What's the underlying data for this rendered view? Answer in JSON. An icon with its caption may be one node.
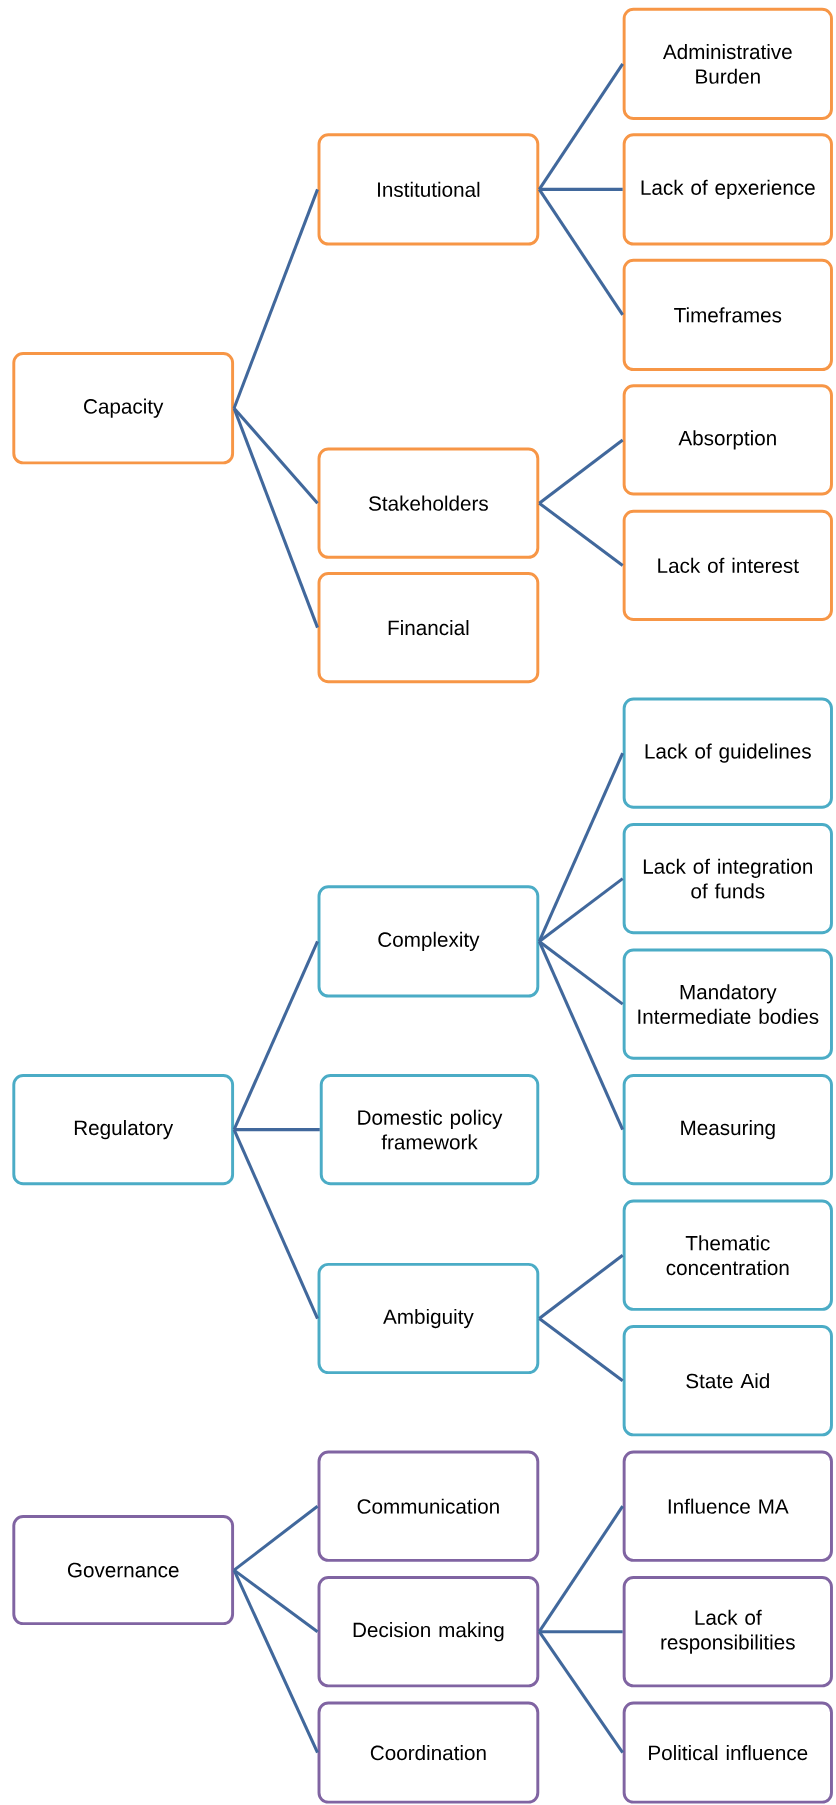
{
  "diagram": {
    "nodes": [
      {
        "text": [
          "Capacity"
        ]
      },
      {
        "text": [
          "Institutional"
        ]
      },
      {
        "text": [
          "Administrative Burden"
        ]
      },
      {
        "text": [
          "Lack of epxerience"
        ]
      },
      {
        "text": [
          "Timeframes"
        ]
      },
      {
        "text": [
          "Stakeholders"
        ]
      },
      {
        "text": [
          "Absorption"
        ]
      },
      {
        "text": [
          "Lack of interest"
        ]
      },
      {
        "text": [
          "Financial"
        ]
      },
      {
        "text": [
          "Regulatory"
        ]
      },
      {
        "text": [
          "Complexity"
        ]
      },
      {
        "text": [
          "Lack of guidelines"
        ]
      },
      {
        "text": [
          "Lack of integration of funds"
        ]
      },
      {
        "text": [
          "Mandatory Intermediate bodies"
        ]
      },
      {
        "text": [
          "Measuring"
        ]
      },
      {
        "text": [
          "Domestic policy framework"
        ]
      },
      {
        "text": [
          "Ambiguity"
        ]
      },
      {
        "text": [
          "Thematic concentration"
        ]
      },
      {
        "text": [
          "State Aid"
        ]
      },
      {
        "text": [
          "Governance"
        ]
      },
      {
        "text": [
          "Communication"
        ]
      },
      {
        "text": [
          "Decision making"
        ]
      },
      {
        "text": [
          "Influence MA"
        ]
      },
      {
        "text": [
          "Lack of responsibilities"
        ]
      },
      {
        "text": [
          "Political influence"
        ]
      },
      {
        "text": [
          "Coordination"
        ]
      }
    ],
    "edges": [
      {
        "from": 0,
        "to": 1,
        "arrow": "none"
      },
      {
        "from": 1,
        "to": 2,
        "arrow": "none"
      },
      {
        "from": 1,
        "to": 3,
        "arrow": "none"
      },
      {
        "from": 1,
        "to": 4,
        "arrow": "none"
      },
      {
        "from": 0,
        "to": 5,
        "arrow": "none"
      },
      {
        "from": 5,
        "to": 6,
        "arrow": "none"
      },
      {
        "from": 5,
        "to": 7,
        "arrow": "none"
      },
      {
        "from": 0,
        "to": 8,
        "arrow": "none"
      },
      {
        "from": 9,
        "to": 10,
        "arrow": "none"
      },
      {
        "from": 10,
        "to": 11,
        "arrow": "none"
      },
      {
        "from": 10,
        "to": 12,
        "arrow": "none"
      },
      {
        "from": 10,
        "to": 13,
        "arrow": "none"
      },
      {
        "from": 10,
        "to": 14,
        "arrow": "none"
      },
      {
        "from": 9,
        "to": 15,
        "arrow": "none"
      },
      {
        "from": 9,
        "to": 16,
        "arrow": "none"
      },
      {
        "from": 16,
        "to": 17,
        "arrow": "none"
      },
      {
        "from": 16,
        "to": 18,
        "arrow": "none"
      },
      {
        "from": 19,
        "to": 20,
        "arrow": "none"
      },
      {
        "from": 19,
        "to": 21,
        "arrow": "none"
      },
      {
        "from": 21,
        "to": 22,
        "arrow": "none"
      },
      {
        "from": 21,
        "to": 23,
        "arrow": "none"
      },
      {
        "from": 21,
        "to": 24,
        "arrow": "none"
      },
      {
        "from": 19,
        "to": 25,
        "arrow": "none"
      }
    ]
  }
}
